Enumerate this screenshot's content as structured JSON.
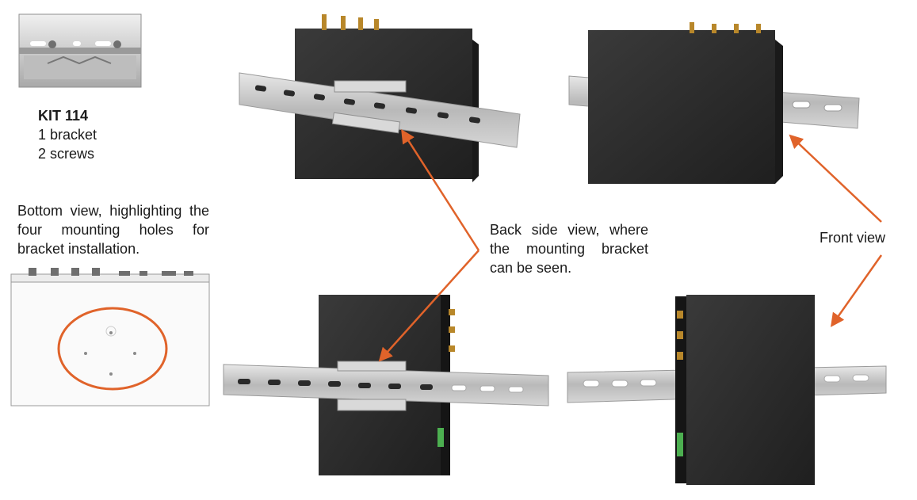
{
  "kit": {
    "title": "KIT 114",
    "line1": "1 bracket",
    "line2": "2 screws"
  },
  "captions": {
    "bottom_view": "Bottom view, highlighting the four mounting holes for bracket installation.",
    "back_view": "Back side view, where the mounting bracket can be seen.",
    "front_view": "Front view"
  },
  "colors": {
    "arrow": "#e0632a",
    "device": "#2b2b2b",
    "rail": "#c9c9c9",
    "background": "#ffffff"
  }
}
